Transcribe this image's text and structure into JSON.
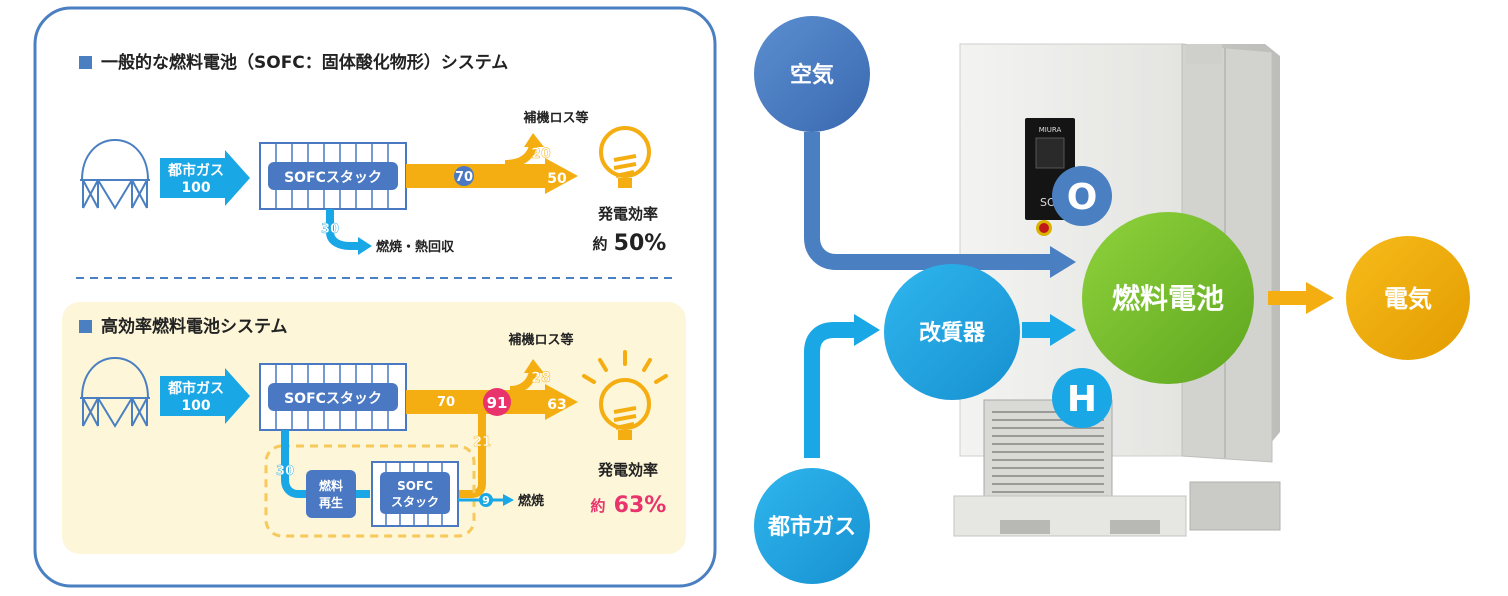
{
  "left_panel": {
    "section1": {
      "title": "一般的な燃料電池（SOFC：固体酸化物形）システム",
      "input_label": "都市ガス",
      "input_value": "100",
      "stack_label": "SOFCスタック",
      "flow_main": "70",
      "aux_label": "補機ロス等",
      "aux_value": "20",
      "output_value": "50",
      "heat_value": "30",
      "heat_label": "燃焼・熱回収",
      "efficiency_label": "発電効率",
      "efficiency_prefix": "約",
      "efficiency_value": "50%"
    },
    "section2": {
      "title": "高効率燃料電池システム",
      "input_label": "都市ガス",
      "input_value": "100",
      "stack_label": "SOFCスタック",
      "flow_main": "70",
      "combined_value": "91",
      "aux_label": "補機ロス等",
      "aux_value": "28",
      "output_value": "63",
      "recycle_value": "21",
      "regen_in_value": "30",
      "regen_label_1": "燃料",
      "regen_label_2": "再生",
      "stack2_line1": "SOFC",
      "stack2_line2": "スタック",
      "burn_value": "9",
      "burn_label": "燃焼",
      "efficiency_label": "発電効率",
      "efficiency_prefix": "約",
      "efficiency_value": "63%"
    }
  },
  "right_diagram": {
    "air_label": "空気",
    "city_gas_label": "都市ガス",
    "reformer_label": "改質器",
    "fuel_cell_label": "燃料電池",
    "electricity_label": "電気",
    "oxygen_symbol": "O",
    "hydrogen_symbol": "H",
    "unit_brand": "MIURA",
    "unit_model": "SOFC"
  },
  "colors": {
    "panel_border": "#4a7fc1",
    "cyan": "#1aa7e6",
    "stack_blue": "#4a78c2",
    "orange": "#f5ae12",
    "pink": "#e8336d",
    "green": "#7cc22e",
    "air_blue": "#4a7fc1",
    "highlight_bg": "#fdf6d8"
  }
}
